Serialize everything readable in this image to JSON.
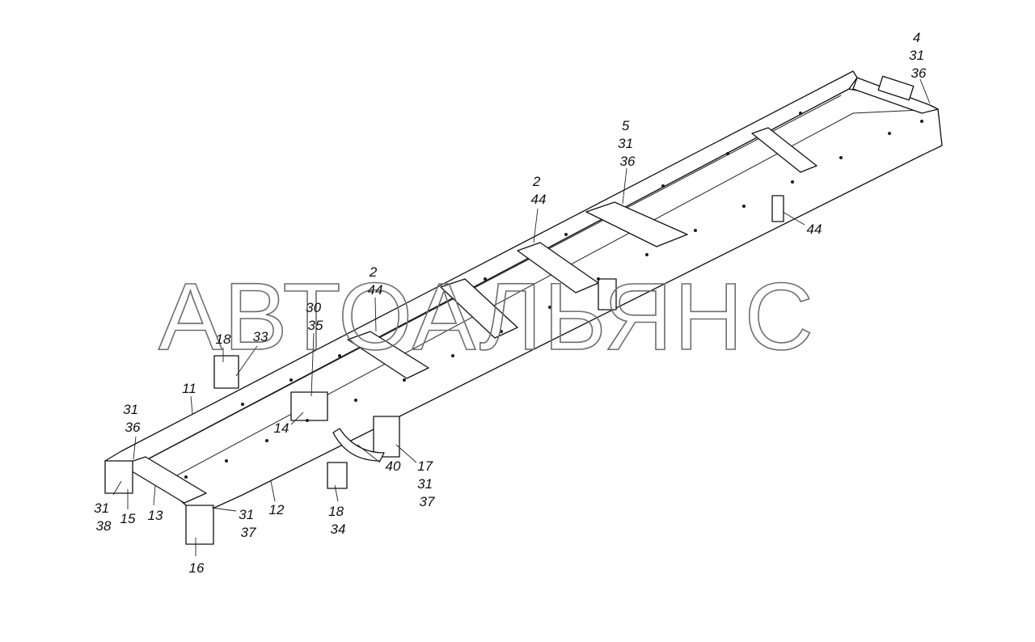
{
  "watermark": "АВТОАЛЬЯНС",
  "callouts": [
    {
      "id": "c-4-31-36",
      "lines": [
        "4",
        "31",
        "36"
      ]
    },
    {
      "id": "c-5-31-36",
      "lines": [
        "5",
        "31",
        "36"
      ]
    },
    {
      "id": "c-2-44-a",
      "lines": [
        "2",
        "44"
      ]
    },
    {
      "id": "c-44",
      "lines": [
        "44"
      ]
    },
    {
      "id": "c-2-44-b",
      "lines": [
        "2",
        "44"
      ]
    },
    {
      "id": "c-30-35",
      "lines": [
        "30",
        "35"
      ]
    },
    {
      "id": "c-18",
      "lines": [
        "18"
      ]
    },
    {
      "id": "c-33",
      "lines": [
        "33"
      ]
    },
    {
      "id": "c-11",
      "lines": [
        "11"
      ]
    },
    {
      "id": "c-31-36",
      "lines": [
        "31",
        "36"
      ]
    },
    {
      "id": "c-14",
      "lines": [
        "14"
      ]
    },
    {
      "id": "c-40",
      "lines": [
        "40"
      ]
    },
    {
      "id": "c-17-31-37",
      "lines": [
        "17",
        "31",
        "37"
      ]
    },
    {
      "id": "c-31-38",
      "lines": [
        "31",
        "38"
      ]
    },
    {
      "id": "c-15",
      "lines": [
        "15"
      ]
    },
    {
      "id": "c-13",
      "lines": [
        "13"
      ]
    },
    {
      "id": "c-31-37",
      "lines": [
        "31",
        "37"
      ]
    },
    {
      "id": "c-12",
      "lines": [
        "12"
      ]
    },
    {
      "id": "c-18-34",
      "lines": [
        "18",
        "34"
      ]
    },
    {
      "id": "c-16",
      "lines": [
        "16"
      ]
    }
  ]
}
